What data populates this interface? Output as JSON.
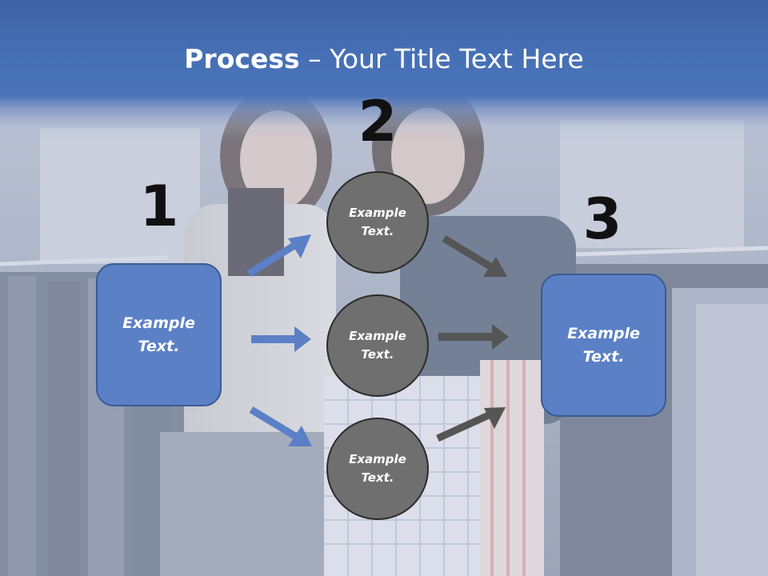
{
  "slide": {
    "title_bold": "Process",
    "title_rest": " – Your Title Text Here"
  },
  "steps": [
    {
      "number": "1"
    },
    {
      "number": "2"
    },
    {
      "number": "3"
    }
  ],
  "boxes": {
    "left": "Example\nText.",
    "right": "Example\nText."
  },
  "circles": [
    {
      "text": "Example\nText."
    },
    {
      "text": "Example\nText."
    },
    {
      "text": "Example\nText."
    }
  ],
  "colors": {
    "header_blue": "#4a73b9",
    "box_blue": "#5b80c6",
    "circle_gray": "#6f6f6f",
    "arrow_blue": "#5b80c6",
    "arrow_gray": "#555555"
  },
  "icons": {
    "arrows": "arrow-right-icon"
  }
}
